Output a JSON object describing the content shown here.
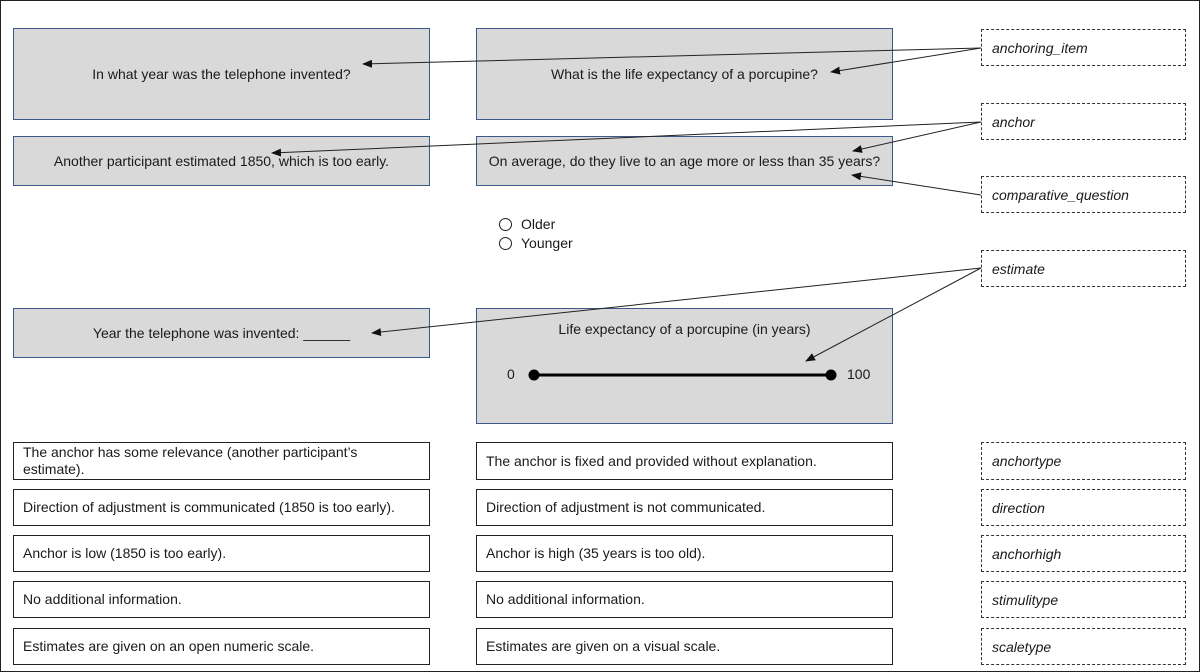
{
  "items": {
    "telephone_question": "In what year was the telephone invented?",
    "porcupine_question": "What is the life expectancy of a porcupine?",
    "telephone_anchor": "Another participant estimated 1850, which is too early.",
    "porcupine_comparative": "On average, do they live to an age more or less than 35 years?",
    "telephone_estimate": "Year the telephone was invented: ______",
    "porcupine_estimate_title": "Life expectancy of a porcupine (in years)",
    "scale_min": "0",
    "scale_max": "100"
  },
  "options": [
    "Older",
    "Younger"
  ],
  "labels": {
    "anchoring_item": "anchoring_item",
    "anchor": "anchor",
    "comparative_question": "comparative_question",
    "estimate": "estimate"
  },
  "rows": [
    {
      "left": "The anchor has some relevance (another participant’s estimate).",
      "right": "The anchor is fixed and provided without explanation.",
      "label": "anchortype"
    },
    {
      "left": "Direction of adjustment is communicated (1850 is too early).",
      "right": "Direction of adjustment is not communicated.",
      "label": "direction"
    },
    {
      "left": "Anchor is low (1850 is too early).",
      "right": "Anchor is high (35 years is too old).",
      "label": "anchorhigh"
    },
    {
      "left": "No additional information.",
      "right": "No additional information.",
      "label": "stimulitype"
    },
    {
      "left": "Estimates are given on an open numeric scale.",
      "right": "Estimates are given on a visual scale.",
      "label": "scaletype"
    }
  ]
}
